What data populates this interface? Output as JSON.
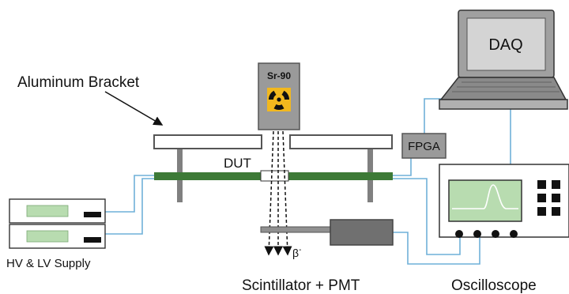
{
  "labels": {
    "bracket": "Aluminum Bracket",
    "source": "Sr-90",
    "dut": "DUT",
    "fpga": "FPGA",
    "daq": "DAQ",
    "supply": "HV & LV Supply",
    "scintillator": "Scintillator + PMT",
    "oscilloscope": "Oscilloscope",
    "beta": "β",
    "beta_sup": "-"
  },
  "colors": {
    "cable": "#6fb0d8",
    "pcb": "#3d7a37",
    "gray_box": "#9a9a9a",
    "dark_gray": "#707070",
    "screen_green": "#b8dcb0",
    "radiation_yellow": "#f2b81e"
  },
  "icons": {
    "source_symbol": "radiation-trefoil-icon"
  }
}
